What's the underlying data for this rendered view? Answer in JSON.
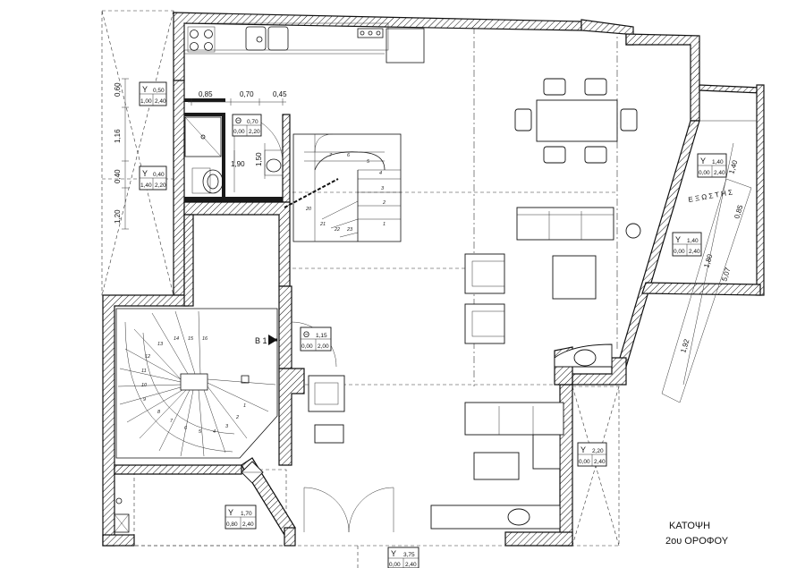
{
  "drawing": {
    "title_line1": "ΚΑΤΟΨΗ",
    "title_line2": "2ου ΟΡΟΦΟΥ",
    "balcony_label": "Ε Ξ Ω Σ Τ Η Σ",
    "entry_marker": "Β 1"
  },
  "dimensions": {
    "top_085": "0,85",
    "top_070": "0,70",
    "top_045": "0,45",
    "left_060": "0,60",
    "left_116": "1,16",
    "left_040": "0,40",
    "left_120": "1,20",
    "bath_190": "1,90",
    "bath_150": "1,50",
    "right_140": "1,40",
    "right_085": "0,85",
    "right_180": "1,80",
    "right_507": "5,07",
    "right_192": "1,92"
  },
  "openings": [
    {
      "letter": "Υ",
      "width": "0,50",
      "sill": "1,00",
      "height": "2,40"
    },
    {
      "letter": "Θ",
      "width": "0,70",
      "sill": "0,00",
      "height": "2,20"
    },
    {
      "letter": "Υ",
      "width": "0,40",
      "sill": "1,40",
      "height": "2,20"
    },
    {
      "letter": "Υ",
      "width": "1,40",
      "sill": "0,00",
      "height": "2,40"
    },
    {
      "letter": "Υ",
      "width": "1,40",
      "sill": "0,00",
      "height": "2,40"
    },
    {
      "letter": "Θ",
      "width": "1,15",
      "sill": "0,00",
      "height": "2,00"
    },
    {
      "letter": "Υ",
      "width": "2,20",
      "sill": "0,00",
      "height": "2,40"
    },
    {
      "letter": "Υ",
      "width": "1,70",
      "sill": "0,80",
      "height": "2,40"
    },
    {
      "letter": "Υ",
      "width": "3,75",
      "sill": "0,00",
      "height": "2,40"
    }
  ],
  "stair_upper": [
    "7",
    "6",
    "5",
    "4",
    "3",
    "2",
    "1",
    "20",
    "21",
    "22",
    "23"
  ],
  "stair_spiral": [
    "1",
    "2",
    "3",
    "4",
    "5",
    "6",
    "7",
    "8",
    "9",
    "10",
    "11",
    "12",
    "13",
    "14",
    "15",
    "16"
  ],
  "colors": {
    "wall": "#1a1a1a",
    "line": "#111111",
    "paper": "#ffffff"
  }
}
